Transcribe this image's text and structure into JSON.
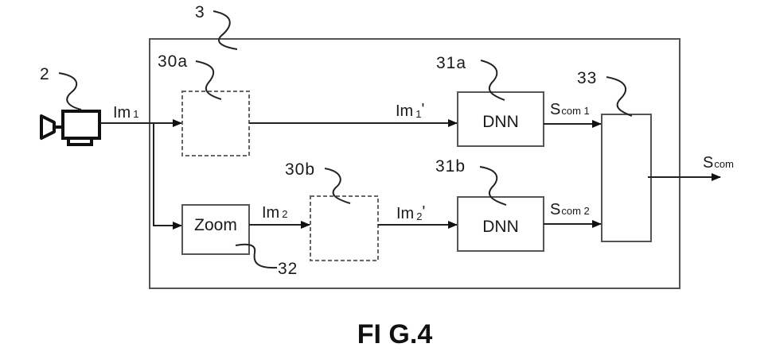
{
  "figure": {
    "caption": "FI G.4"
  },
  "camera": {
    "ref": "2",
    "icon": "video-camera-icon"
  },
  "system_box": {
    "ref": "3"
  },
  "blocks": {
    "preproc_a": {
      "ref": "30a",
      "label": ""
    },
    "preproc_b": {
      "ref": "30b",
      "label": ""
    },
    "dnn_a": {
      "ref": "31a",
      "label": "DNN"
    },
    "dnn_b": {
      "ref": "31b",
      "label": "DNN"
    },
    "zoom": {
      "ref": "32",
      "label": "Zoom"
    },
    "combiner": {
      "ref": "33",
      "label": ""
    }
  },
  "signals": {
    "im1": {
      "base": "Im",
      "sub": "1",
      "suffix": ""
    },
    "im1_prime": {
      "base": "Im",
      "sub": "1",
      "suffix": "'"
    },
    "im2": {
      "base": "Im",
      "sub": "2",
      "suffix": ""
    },
    "im2_prime": {
      "base": "Im",
      "sub": "2",
      "suffix": "'"
    },
    "scom1": {
      "base": "S",
      "sub": "com 1"
    },
    "scom2": {
      "base": "S",
      "sub": "com 2"
    },
    "scom": {
      "base": "S",
      "sub": "com"
    }
  }
}
